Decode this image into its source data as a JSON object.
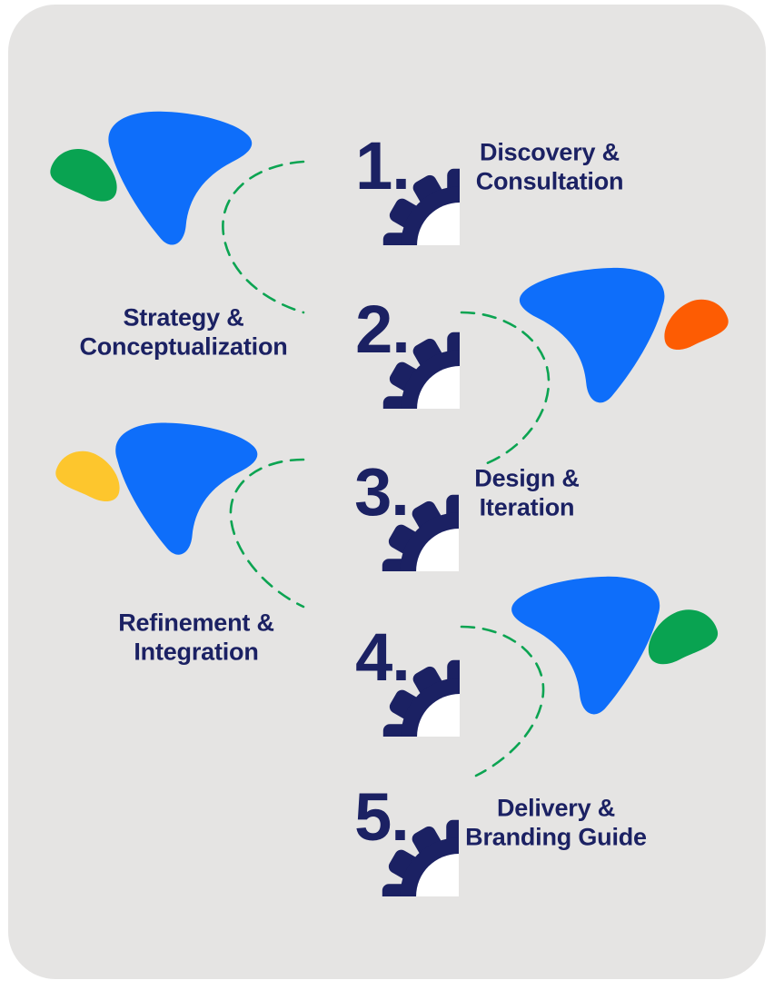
{
  "colors": {
    "page_bg": "#ffffff",
    "card_bg": "#e5e4e3",
    "navy": "#1b2163",
    "blue": "#0e6efa",
    "green": "#09a351",
    "orange": "#fd5c03",
    "yellow": "#fdc62d",
    "dash": "#0ca452",
    "gear_hole": "#ffffff"
  },
  "steps": [
    {
      "number": "1.",
      "line1": "Discovery &",
      "line2": "Consultation",
      "label_side": "right"
    },
    {
      "number": "2.",
      "line1": "Strategy &",
      "line2": "Conceptualization",
      "label_side": "left"
    },
    {
      "number": "3.",
      "line1": "Design &",
      "line2": "Iteration",
      "label_side": "right"
    },
    {
      "number": "4.",
      "line1": "Refinement &",
      "line2": "Integration",
      "label_side": "left"
    },
    {
      "number": "5.",
      "line1": "Delivery &",
      "line2": "Branding Guide",
      "label_side": "right"
    }
  ],
  "decorations": [
    {
      "name": "swoosh-top-left",
      "swoosh_color": "blue",
      "drop_color": "green",
      "side": "left"
    },
    {
      "name": "swoosh-right-of-step-2",
      "swoosh_color": "blue",
      "drop_color": "orange",
      "side": "right"
    },
    {
      "name": "swoosh-left-of-step-3",
      "swoosh_color": "blue",
      "drop_color": "yellow",
      "side": "left"
    },
    {
      "name": "swoosh-right-of-step-4",
      "swoosh_color": "blue",
      "drop_color": "green",
      "side": "right"
    }
  ]
}
